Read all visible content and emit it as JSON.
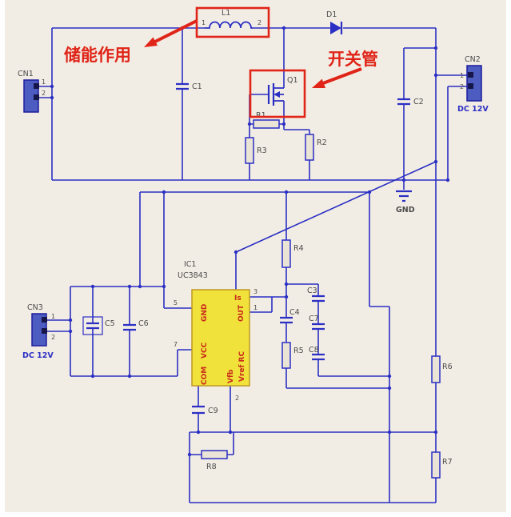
{
  "colors": {
    "background": "#f2ede4",
    "wire": "#2b2fc4",
    "annotation": "#e02418",
    "ic_fill": "#f0e23b",
    "ic_text": "#c8281a",
    "label": "#4c4c4c"
  },
  "annotations": {
    "energy_storage": "储能作用",
    "switching_transistor": "开关管"
  },
  "connectors": {
    "cn1": {
      "ref": "CN1",
      "pin1": "1",
      "pin2": "2"
    },
    "cn2": {
      "ref": "CN2",
      "pin1": "1",
      "pin2": "2",
      "voltage": "DC 12V"
    },
    "cn3": {
      "ref": "CN3",
      "pin1": "1",
      "pin2": "2",
      "voltage": "DC 12V"
    }
  },
  "inductor": {
    "ref": "L1",
    "pin1": "1",
    "pin2": "2"
  },
  "diode": {
    "ref": "D1"
  },
  "mosfet": {
    "ref": "Q1"
  },
  "resistors": {
    "r1": "R1",
    "r2": "R2",
    "r3": "R3",
    "r4": "R4",
    "r5": "R5",
    "r6": "R6",
    "r7": "R7",
    "r8": "R8"
  },
  "capacitors": {
    "c1": "C1",
    "c2": "C2",
    "c3": "C3",
    "c4": "C4",
    "c5": "C5",
    "c6": "C6",
    "c7": "C7",
    "c8": "C8",
    "c9": "C9"
  },
  "ic": {
    "ref": "IC1",
    "part": "UC3843",
    "pins": {
      "gnd": "GND",
      "out": "OUT",
      "is": "Is",
      "vcc": "VCC",
      "com": "COM",
      "vfb": "Vfb",
      "vref_rc": "Vref RC"
    },
    "pin_numbers": {
      "p3": "3",
      "p1": "1",
      "p5": "5",
      "p7": "7",
      "p2": "2"
    }
  },
  "ground": {
    "label": "GND"
  }
}
